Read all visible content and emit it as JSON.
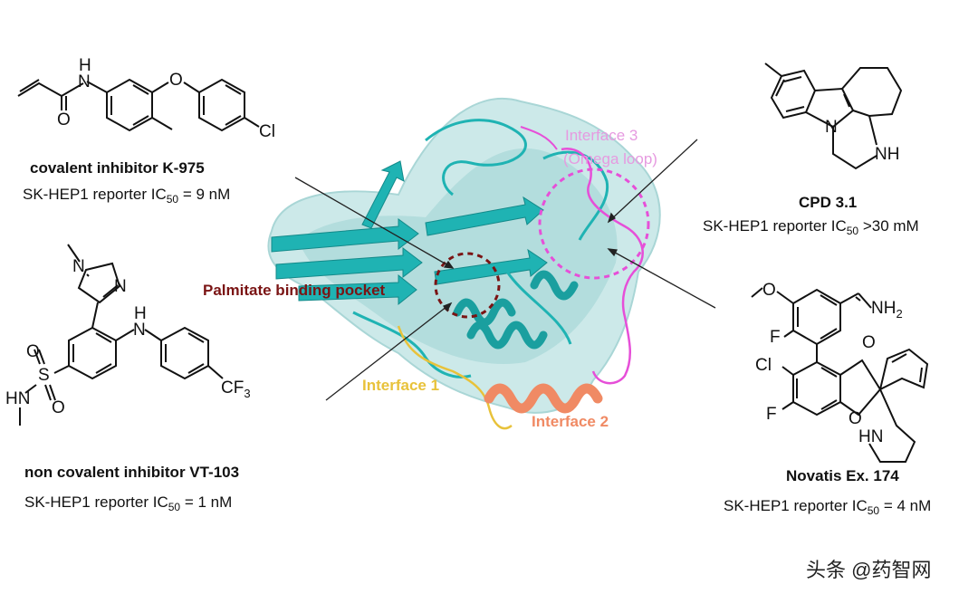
{
  "compounds": {
    "k975": {
      "name": "covalent inhibitor K-975",
      "assay_prefix": "SK-HEP1 reporter IC",
      "assay_sub": "50",
      "assay_value": " = 9 nM",
      "atoms": {
        "nh": "N",
        "h": "H",
        "o_carbonyl": "O",
        "o_ether": "O",
        "cl": "Cl"
      }
    },
    "vt103": {
      "name": "non covalent inhibitor VT-103",
      "assay_prefix": "SK-HEP1 reporter IC",
      "assay_sub": "50",
      "assay_value": " = 1 nM",
      "atoms": {
        "n_methyl": "N",
        "n_ring": "N",
        "nh": "N",
        "h": "H",
        "s": "S",
        "o1": "O",
        "o2": "O",
        "hn": "HN",
        "cf3": "CF",
        "cf3_sub": "3"
      }
    },
    "cpd31": {
      "name": "CPD 3.1",
      "assay_prefix": "SK-HEP1 reporter IC",
      "assay_sub": "50",
      "assay_value": " >30 mM",
      "atoms": {
        "n": "N",
        "nh": "NH"
      }
    },
    "novartis174": {
      "name": "Novatis Ex. 174",
      "assay_prefix": "SK-HEP1 reporter IC",
      "assay_sub": "50",
      "assay_value": " = 4 nM",
      "atoms": {
        "o_methoxy": "O",
        "nh2": "NH",
        "nh2_sub": "2",
        "o_amide": "O",
        "f1": "F",
        "cl": "Cl",
        "f2": "F",
        "o_ring": "O",
        "hn": "HN"
      }
    }
  },
  "protein": {
    "pocket_label": "Palmitate binding pocket",
    "interface1": "Interface 1",
    "interface2": "Interface 2",
    "interface3_line1": "Interface 3",
    "interface3_line2": "(Omega loop)"
  },
  "colors": {
    "surface": "#bfe3e3",
    "ribbon": "#1fb3b3",
    "interface1": "#e8c23a",
    "interface2": "#f08a64",
    "interface3": "#e64fd8",
    "pocket": "#7a1414"
  },
  "watermark": "头条 @药智网"
}
